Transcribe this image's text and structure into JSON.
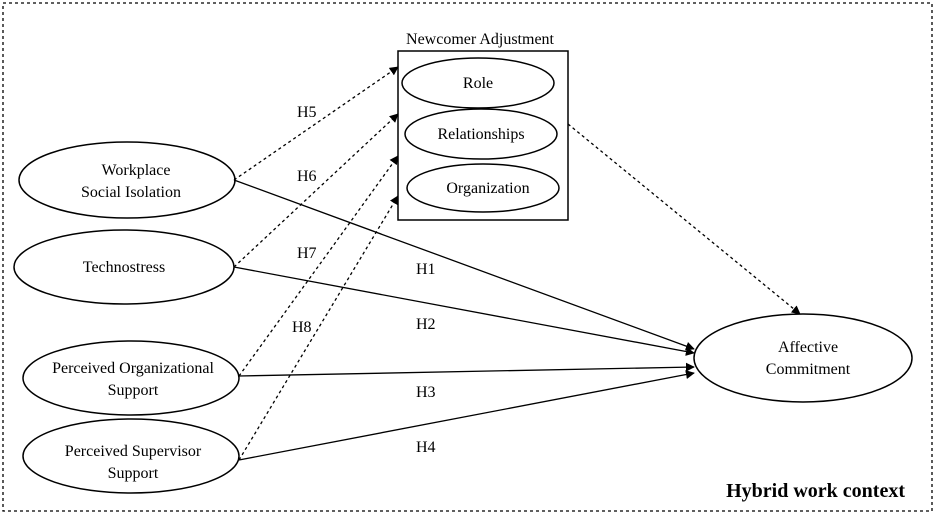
{
  "context_label": "Hybrid work context",
  "mediator": {
    "title": "Newcomer Adjustment",
    "items": [
      "Role",
      "Relationships",
      "Organization"
    ]
  },
  "predictors": [
    {
      "id": "wsi",
      "lines": [
        "Workplace",
        "Social Isolation"
      ]
    },
    {
      "id": "tech",
      "lines": [
        "Technostress"
      ]
    },
    {
      "id": "pos",
      "lines": [
        "Perceived Organizational",
        "Support"
      ]
    },
    {
      "id": "pss",
      "lines": [
        "Perceived Supervisor",
        "Support"
      ]
    }
  ],
  "outcome": {
    "lines": [
      "Affective",
      "Commitment"
    ]
  },
  "paths": [
    {
      "label": "H1",
      "from": "Workplace Social Isolation",
      "to": "Affective Commitment",
      "style": "solid"
    },
    {
      "label": "H2",
      "from": "Technostress",
      "to": "Affective Commitment",
      "style": "solid"
    },
    {
      "label": "H3",
      "from": "Perceived Organizational Support",
      "to": "Affective Commitment",
      "style": "solid"
    },
    {
      "label": "H4",
      "from": "Perceived Supervisor Support",
      "to": "Affective Commitment",
      "style": "solid"
    },
    {
      "label": "H5",
      "from": "Workplace Social Isolation",
      "to": "Newcomer Adjustment",
      "style": "dashed"
    },
    {
      "label": "H6",
      "from": "Technostress",
      "to": "Newcomer Adjustment",
      "style": "dashed"
    },
    {
      "label": "H7",
      "from": "Perceived Organizational Support",
      "to": "Newcomer Adjustment",
      "style": "dashed"
    },
    {
      "label": "H8",
      "from": "Perceived Supervisor Support",
      "to": "Newcomer Adjustment",
      "style": "dashed"
    },
    {
      "label": "",
      "from": "Newcomer Adjustment",
      "to": "Affective Commitment",
      "style": "dashed"
    }
  ],
  "colors": {
    "line": "#000000",
    "background": "#ffffff"
  }
}
